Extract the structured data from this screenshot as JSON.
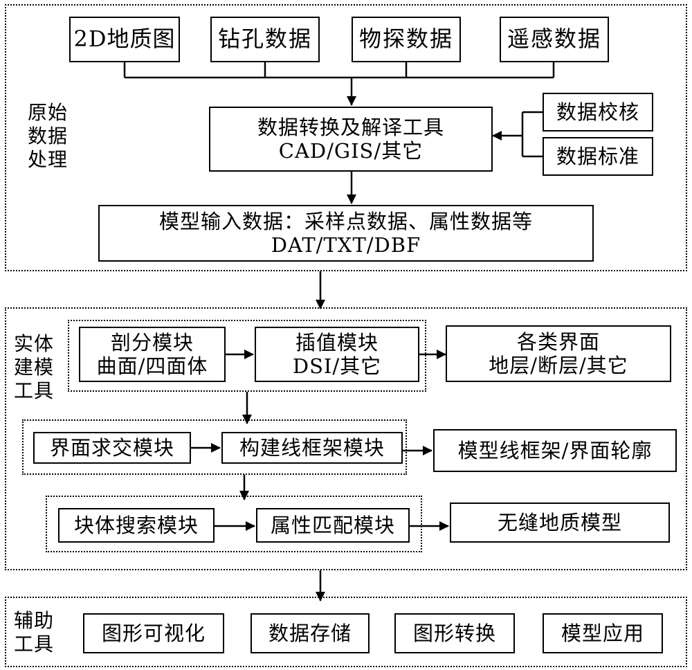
{
  "sections": {
    "raw": [
      "原始",
      "数据",
      "处理"
    ],
    "solid": [
      "实体",
      "建模",
      "工具"
    ],
    "aux": [
      "辅助",
      "工具"
    ]
  },
  "sources": [
    "2D地质图",
    "钻孔数据",
    "物探数据",
    "遥感数据"
  ],
  "convert": {
    "line1": "数据转换及解译工具",
    "line2": "CAD/GIS/其它"
  },
  "checks": [
    "数据校核",
    "数据标准"
  ],
  "model_input": {
    "line1": "模型输入数据：采样点数据、属性数据等",
    "line2": "DAT/TXT/DBF"
  },
  "row1": {
    "split": {
      "line1": "剖分模块",
      "line2": "曲面/四面体"
    },
    "interp": {
      "line1": "插值模块",
      "line2": "DSI/其它"
    },
    "surfaces": {
      "line1": "各类界面",
      "line2": "地层/断层/其它"
    }
  },
  "row2": {
    "intersect": "界面求交模块",
    "wireframe": "构建线框架模块",
    "output": "模型线框架/界面轮廓"
  },
  "row3": {
    "search": "块体搜索模块",
    "attr_match": "属性匹配模块",
    "output": "无缝地质模型"
  },
  "aux_tools": [
    "图形可视化",
    "数据存储",
    "图形转换",
    "模型应用"
  ]
}
